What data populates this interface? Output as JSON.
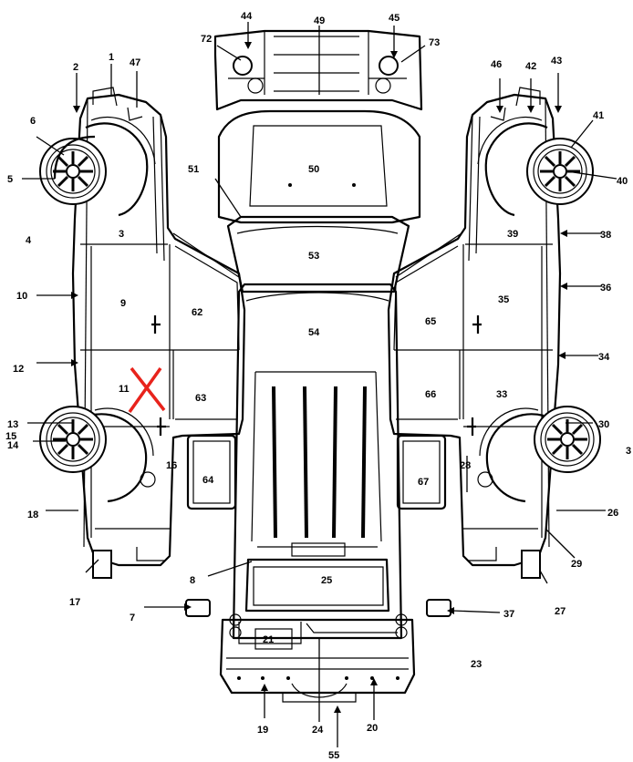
{
  "labels": {
    "l1": "1",
    "l2": "2",
    "l3": "3",
    "l4": "4",
    "l5": "5",
    "l6": "6",
    "l7": "7",
    "l8": "8",
    "l9": "9",
    "l10": "10",
    "l11": "11",
    "l12": "12",
    "l13": "13",
    "l14": "14",
    "l15": "15",
    "l16": "16",
    "l17": "17",
    "l18": "18",
    "l19": "19",
    "l20": "20",
    "l21": "21",
    "l23": "23",
    "l24": "24",
    "l25": "25",
    "l26": "26",
    "l27": "27",
    "l28": "28",
    "l29": "29",
    "l30": "30",
    "l31": "3",
    "l33": "33",
    "l34": "34",
    "l35": "35",
    "l36": "36",
    "l37": "37",
    "l38": "38",
    "l39": "39",
    "l40": "40",
    "l41": "41",
    "l42": "42",
    "l43": "43",
    "l44": "44",
    "l45": "45",
    "l46": "46",
    "l47": "47",
    "l49": "49",
    "l50": "50",
    "l51": "51",
    "l53": "53",
    "l54": "54",
    "l55": "55",
    "l62": "62",
    "l63": "63",
    "l64": "64",
    "l65": "65",
    "l66": "66",
    "l67": "67",
    "l72": "72",
    "l73": "73"
  },
  "damage_mark": {
    "symbol": "X",
    "color": "#e8231c"
  }
}
